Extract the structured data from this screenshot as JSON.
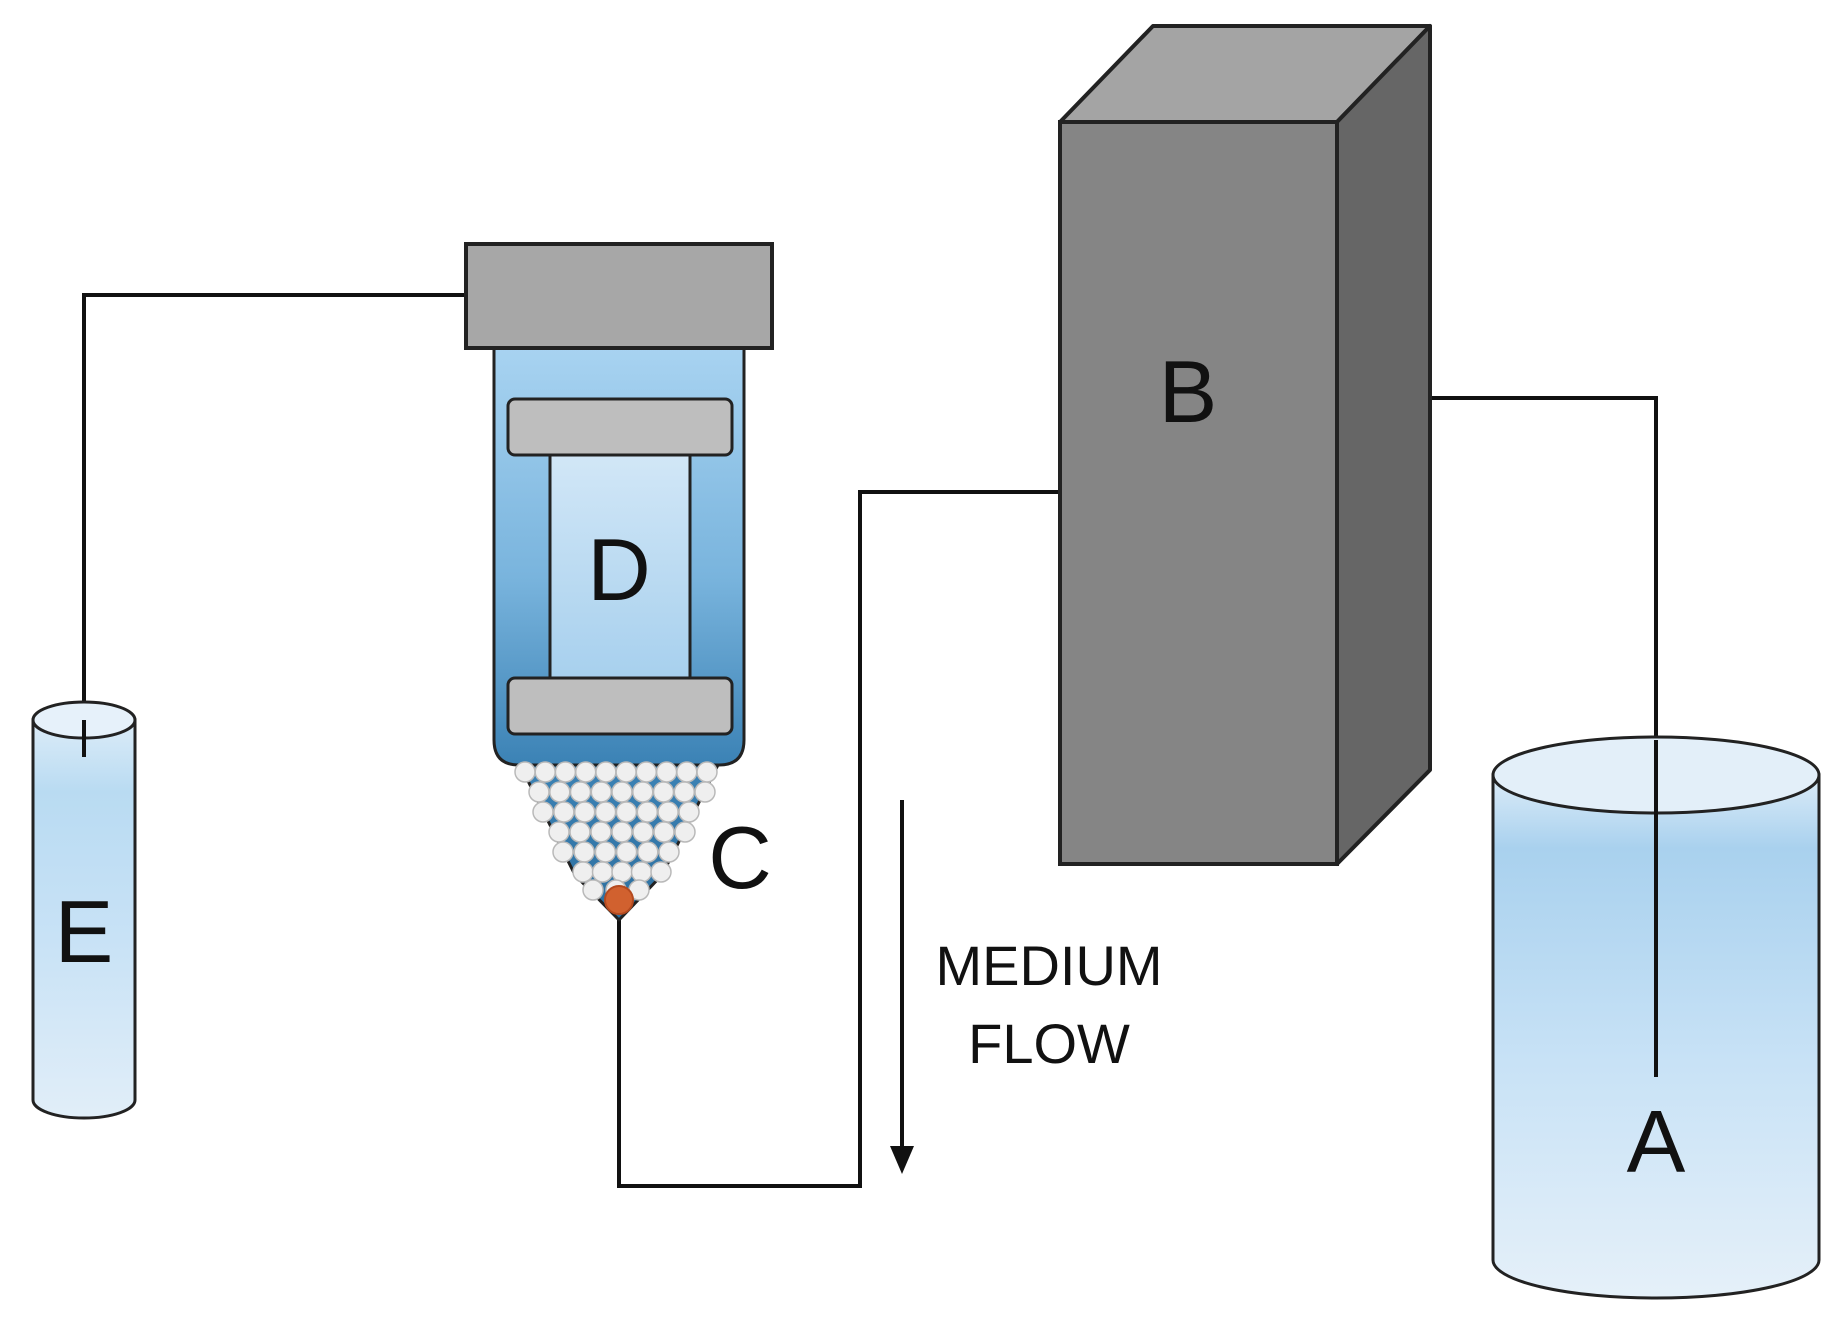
{
  "labels": {
    "a": "A",
    "b": "B",
    "c": "C",
    "d": "D",
    "e": "E"
  },
  "flow_label": {
    "line1": "MEDIUM",
    "line2": "FLOW"
  },
  "colors": {
    "liquid_light": "#dbeaf7",
    "liquid_mid": "#aed3ef",
    "liquid_dark": "#4f8fbd",
    "box_front": "#858585",
    "box_top": "#a4a4a4",
    "box_side": "#666666",
    "cap_gray": "#a7a7a7",
    "plate_gray": "#bebebe",
    "bead_white": "#efefef",
    "bead_orange": "#d1612f",
    "line": "#111111"
  }
}
